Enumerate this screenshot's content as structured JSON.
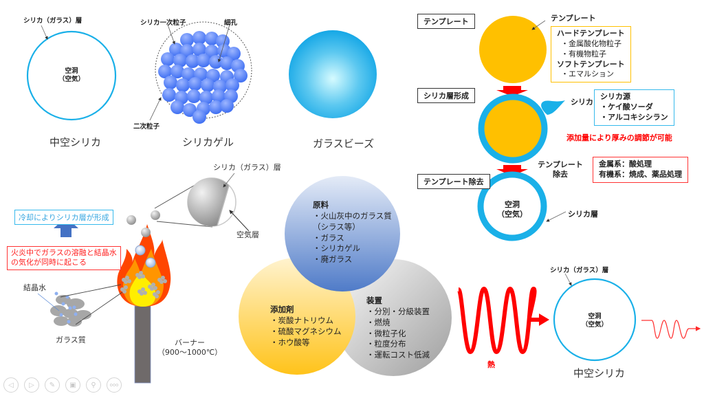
{
  "colors": {
    "silica_blue": "#1ab0e8",
    "template_orange": "#ffc000",
    "red": "#ff0000",
    "arrow_blue": "#4472c4"
  },
  "panel_hollow": {
    "layer_label": "シリカ（ガラス）層",
    "core_line1": "空洞",
    "core_line2": "（空気）",
    "caption": "中空シリカ"
  },
  "panel_gel": {
    "primary_label": "シリカ一次粒子",
    "pore_label": "細孔",
    "secondary_label": "二次粒子",
    "caption": "シリカゲル"
  },
  "panel_beads": {
    "caption": "ガラスビーズ"
  },
  "template_process": {
    "steps": [
      {
        "label": "テンプレート"
      },
      {
        "label": "シリカ層形成"
      },
      {
        "label": "テンプレート除去"
      }
    ],
    "template_pointer": "テンプレート",
    "template_box": {
      "h1": "ハードテンプレート",
      "i1": "・金属酸化物粒子",
      "i2": "・有機物粒子",
      "h2": "ソフトテンプレート",
      "i3": "・エマルション"
    },
    "silica_pointer": "シリカ",
    "silica_box": {
      "h": "シリカ源",
      "i1": "・ケイ酸ソーダ",
      "i2": "・アルコキシシラン"
    },
    "thickness_note": "添加量により厚みの調節が可能",
    "removal_label_1": "テンプレート",
    "removal_label_2": "除去",
    "removal_box": {
      "l1": "金属系：酸処理",
      "l2": "有機系：焼成、薬品処理"
    },
    "final_core_1": "空洞",
    "final_core_2": "（空気）",
    "final_layer": "シリカ層"
  },
  "flame_process": {
    "cooling_note": "冷却によりシリカ層が形成",
    "flame_note_1": "火炎中でガラスの溶融と結晶水",
    "flame_note_2": "の気化が同時に起こる",
    "zoom_layer_label": "シリカ（ガラス）層",
    "air_layer_label": "空気層",
    "crystal_water_label": "結晶水",
    "glass_label": "ガラス質",
    "burner_label_1": "バーナー",
    "burner_label_2": "（900～1000℃）"
  },
  "venn": {
    "raw": {
      "title": "原料",
      "items": [
        "・火山灰中のガラス質",
        "（シラス等）",
        "・ガラス",
        "・シリカゲル",
        "・廃ガラス"
      ]
    },
    "additive": {
      "title": "添加剤",
      "items": [
        "・炭酸ナトリウム",
        "・硫酸マグネシウム",
        "・ホウ酸等"
      ]
    },
    "equipment": {
      "title": "装置",
      "items": [
        "・分別・分級装置",
        "・燃焼",
        "・微粒子化",
        "・粒度分布",
        "・運転コスト低減"
      ]
    }
  },
  "heat_panel": {
    "heat_label": "熱",
    "layer_label": "シリカ（ガラス）層",
    "core_line1": "空洞",
    "core_line2": "（空気）",
    "caption": "中空シリカ"
  },
  "slideshow_controls": [
    {
      "name": "previous",
      "glyph": "◁"
    },
    {
      "name": "next",
      "glyph": "▷"
    },
    {
      "name": "pen",
      "glyph": "✎"
    },
    {
      "name": "slides",
      "glyph": "▣"
    },
    {
      "name": "zoom",
      "glyph": "⚲"
    },
    {
      "name": "more",
      "glyph": "ooo"
    }
  ]
}
